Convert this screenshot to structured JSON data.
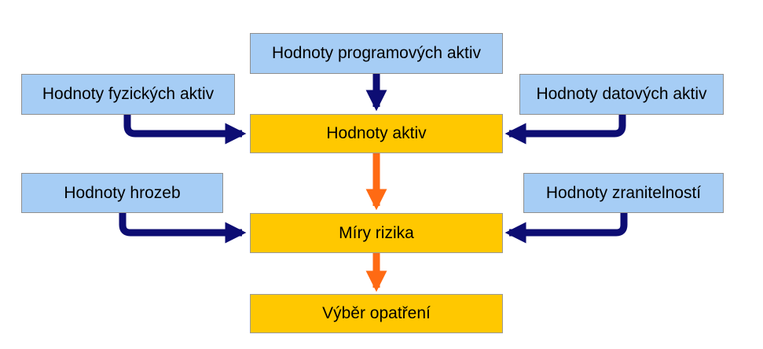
{
  "diagram": {
    "nodes": {
      "software_assets": "Hodnoty programových aktiv",
      "physical_assets": "Hodnoty fyzických aktiv",
      "data_assets": "Hodnoty datových aktiv",
      "asset_values": "Hodnoty aktiv",
      "threats": "Hodnoty hrozeb",
      "vulnerabilities": "Hodnoty zranitelností",
      "risk_measures": "Míry rizika",
      "countermeasures": "Výběr opatření"
    },
    "colors": {
      "input_box": "#a6cdf5",
      "process_box": "#ffc800",
      "input_arrow": "#0d0d73",
      "flow_arrow": "#ff6a13"
    }
  }
}
